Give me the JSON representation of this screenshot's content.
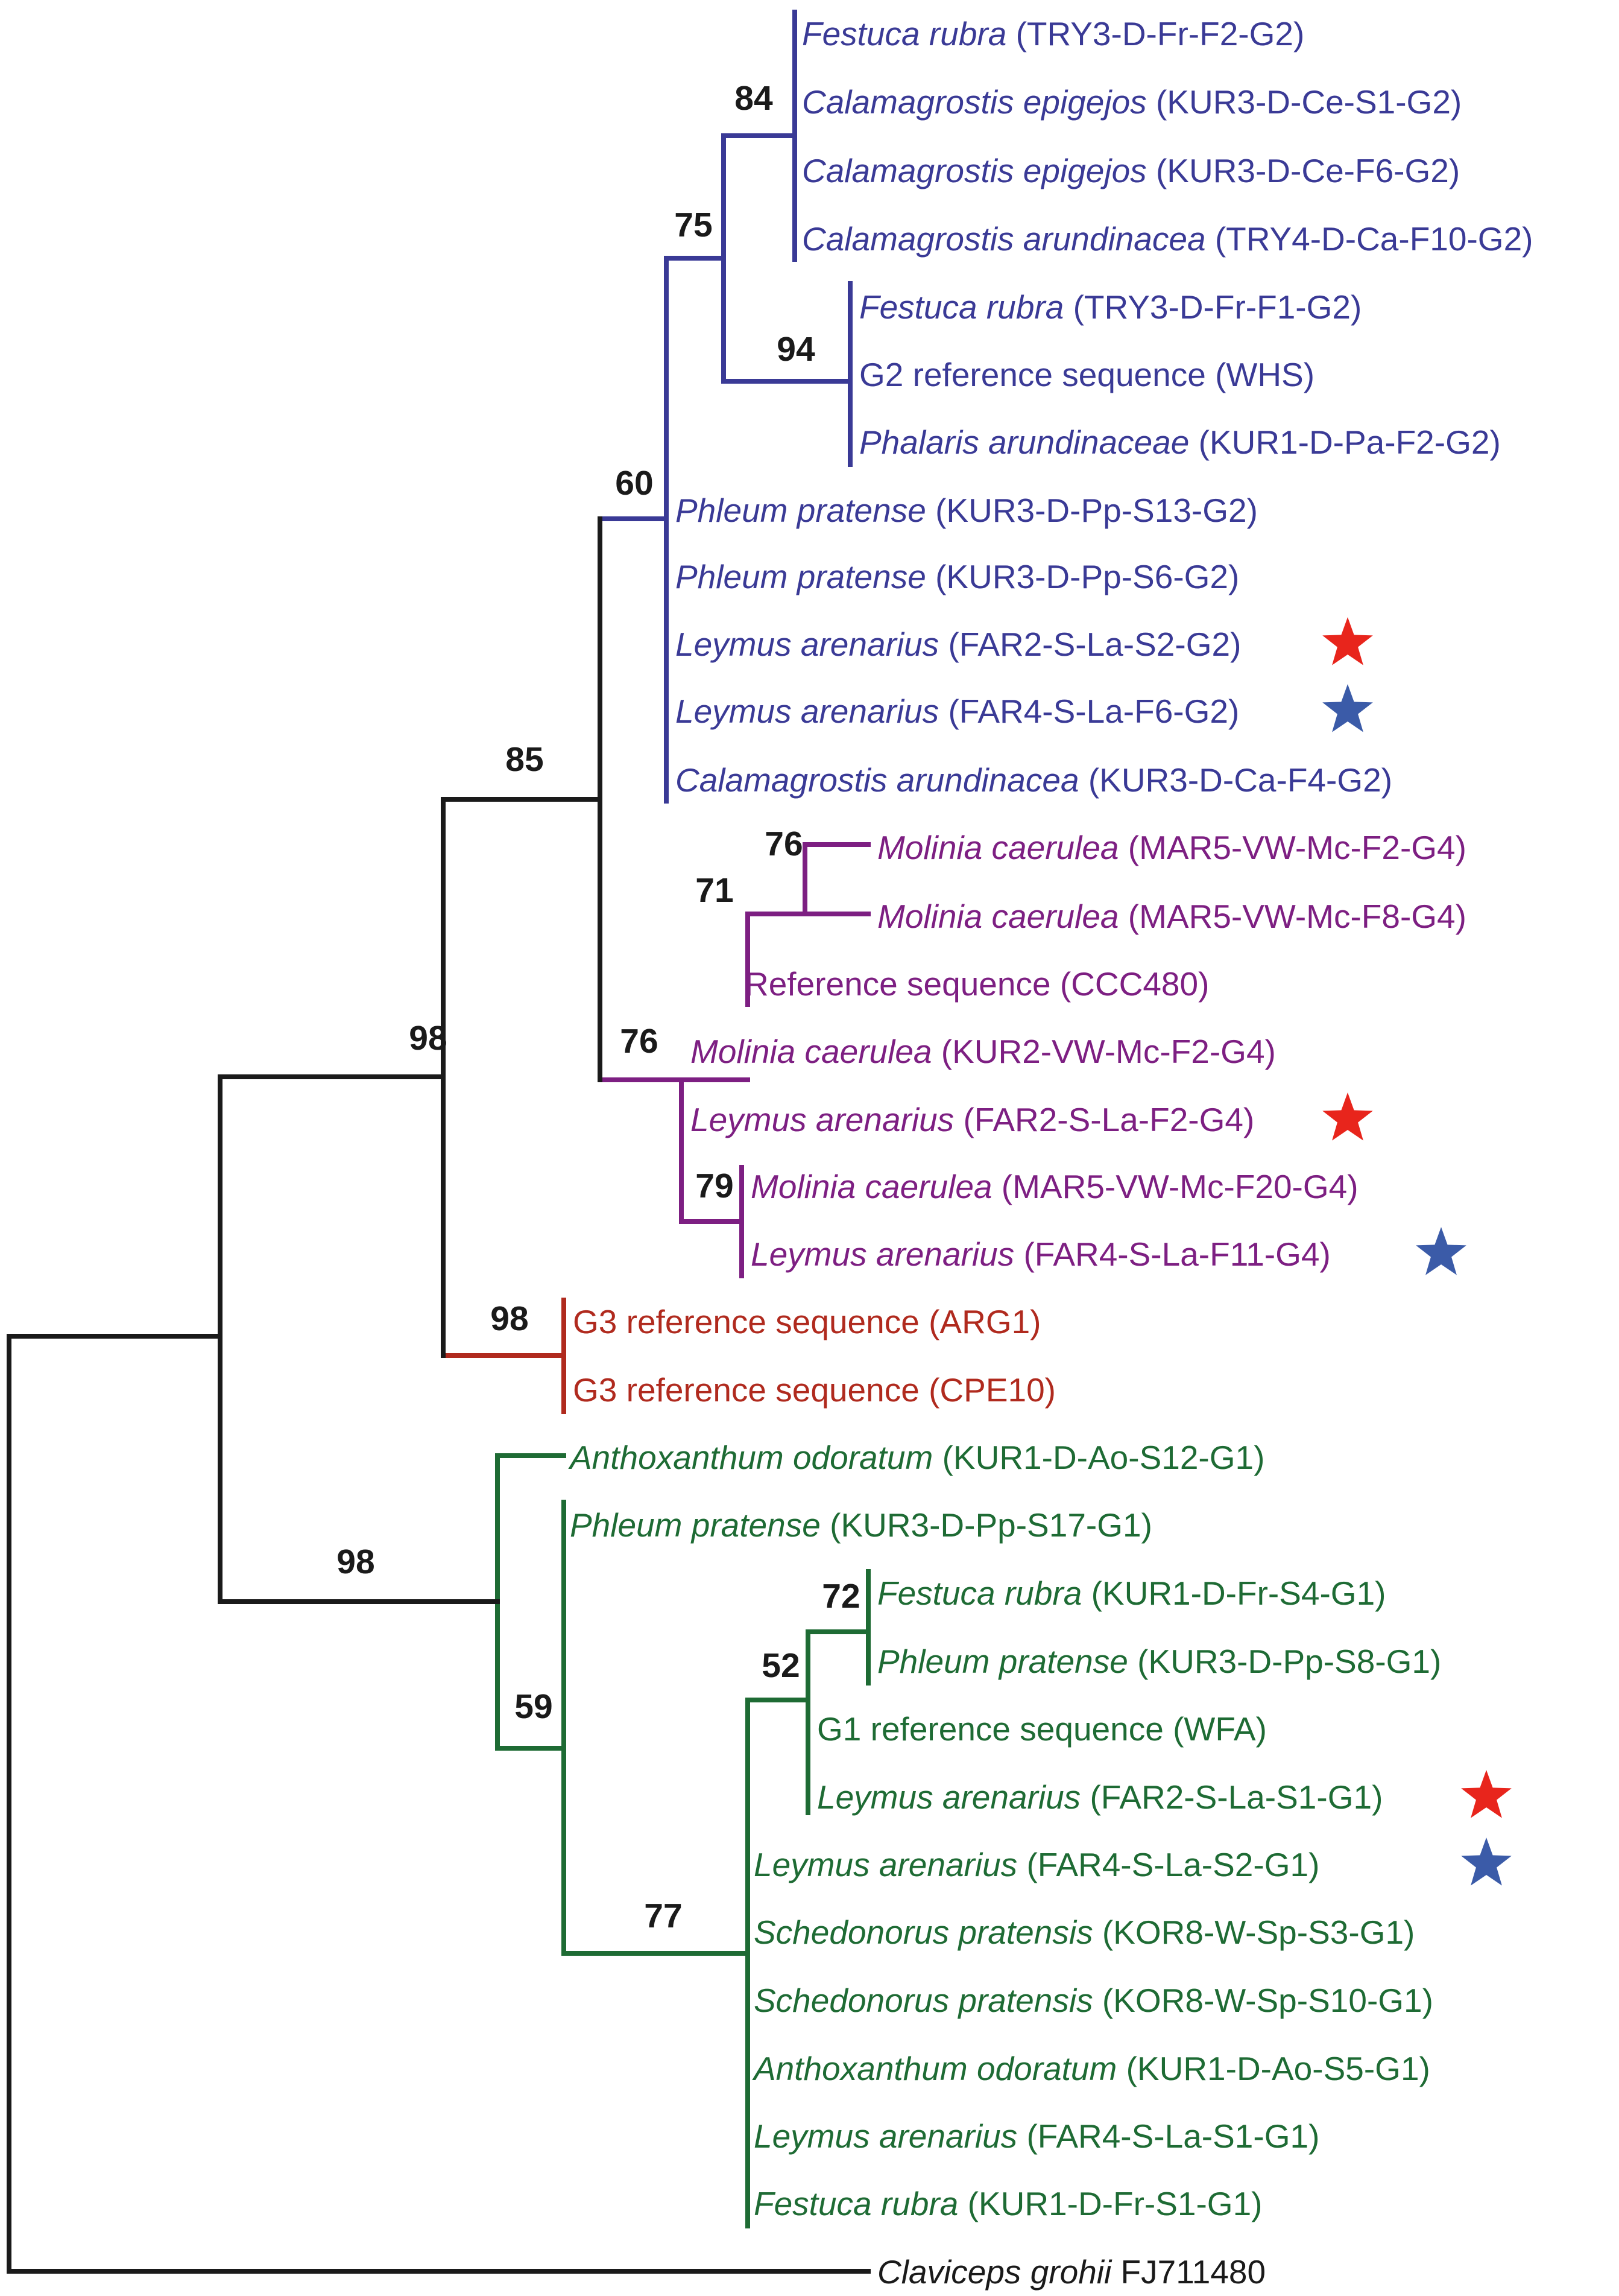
{
  "colors": {
    "G2": "#3a3a96",
    "G4": "#7d1f82",
    "G3": "#b02a1e",
    "G1": "#1e6b34",
    "backbone": "#1a1a1a",
    "star_red": "#e8251c",
    "star_blue": "#3b5ba8"
  },
  "leaves": [
    {
      "id": "L1",
      "group": "G2",
      "species": "Festuca rubra",
      "code": "(TRY3-D-Fr-F2-G2)"
    },
    {
      "id": "L2",
      "group": "G2",
      "species": "Calamagrostis epigejos",
      "code": "(KUR3-D-Ce-S1-G2)"
    },
    {
      "id": "L3",
      "group": "G2",
      "species": "Calamagrostis epigejos",
      "code": "(KUR3-D-Ce-F6-G2)"
    },
    {
      "id": "L4",
      "group": "G2",
      "species": "Calamagrostis arundinacea",
      "code": "(TRY4-D-Ca-F10-G2)"
    },
    {
      "id": "L5",
      "group": "G2",
      "species": "Festuca rubra",
      "code": "(TRY3-D-Fr-F1-G2)"
    },
    {
      "id": "L6",
      "group": "G2",
      "species": "",
      "code": "G2 reference sequence (WHS)"
    },
    {
      "id": "L7",
      "group": "G2",
      "species": "Phalaris arundinaceae",
      "code": "(KUR1-D-Pa-F2-G2)"
    },
    {
      "id": "L8",
      "group": "G2",
      "species": "Phleum pratense",
      "code": "(KUR3-D-Pp-S13-G2)"
    },
    {
      "id": "L9",
      "group": "G2",
      "species": "Phleum pratense",
      "code": "(KUR3-D-Pp-S6-G2)"
    },
    {
      "id": "L10",
      "group": "G2",
      "species": "Leymus arenarius",
      "code": "(FAR2-S-La-S2-G2)",
      "star": "red"
    },
    {
      "id": "L11",
      "group": "G2",
      "species": "Leymus arenarius",
      "code": "(FAR4-S-La-F6-G2)",
      "star": "blue"
    },
    {
      "id": "L12",
      "group": "G2",
      "species": "Calamagrostis arundinacea",
      "code": "(KUR3-D-Ca-F4-G2)"
    },
    {
      "id": "L13",
      "group": "G4",
      "species": "Molinia caerulea",
      "code": "(MAR5-VW-Mc-F2-G4)"
    },
    {
      "id": "L14",
      "group": "G4",
      "species": "Molinia caerulea",
      "code": "(MAR5-VW-Mc-F8-G4)"
    },
    {
      "id": "L15",
      "group": "G4",
      "species": "",
      "code": "Reference sequence (CCC480)"
    },
    {
      "id": "L16",
      "group": "G4",
      "species": "Molinia caerulea",
      "code": "(KUR2-VW-Mc-F2-G4)"
    },
    {
      "id": "L17",
      "group": "G4",
      "species": "Leymus arenarius",
      "code": "(FAR2-S-La-F2-G4)",
      "star": "red"
    },
    {
      "id": "L18",
      "group": "G4",
      "species": "Molinia caerulea",
      "code": "(MAR5-VW-Mc-F20-G4)"
    },
    {
      "id": "L19",
      "group": "G4",
      "species": "Leymus arenarius",
      "code": "(FAR4-S-La-F11-G4)",
      "star": "blue"
    },
    {
      "id": "L20",
      "group": "G3",
      "species": "",
      "code": "G3 reference sequence (ARG1)"
    },
    {
      "id": "L21",
      "group": "G3",
      "species": "",
      "code": "G3 reference sequence (CPE10)"
    },
    {
      "id": "L22",
      "group": "G1",
      "species": "Anthoxanthum odoratum",
      "code": "(KUR1-D-Ao-S12-G1)"
    },
    {
      "id": "L23",
      "group": "G1",
      "species": "Phleum pratense",
      "code": "(KUR3-D-Pp-S17-G1)"
    },
    {
      "id": "L24",
      "group": "G1",
      "species": "Festuca rubra",
      "code": "(KUR1-D-Fr-S4-G1)"
    },
    {
      "id": "L25",
      "group": "G1",
      "species": "Phleum pratense",
      "code": "(KUR3-D-Pp-S8-G1)"
    },
    {
      "id": "L26",
      "group": "G1",
      "species": "",
      "code": "G1 reference sequence (WFA)"
    },
    {
      "id": "L27",
      "group": "G1",
      "species": "Leymus arenarius",
      "code": "(FAR2-S-La-S1-G1)",
      "star": "red"
    },
    {
      "id": "L28",
      "group": "G1",
      "species": "Leymus arenarius",
      "code": "(FAR4-S-La-S2-G1)",
      "star": "blue"
    },
    {
      "id": "L29",
      "group": "G1",
      "species": "Schedonorus pratensis",
      "code": "(KOR8-W-Sp-S3-G1)"
    },
    {
      "id": "L30",
      "group": "G1",
      "species": "Schedonorus pratensis",
      "code": "(KOR8-W-Sp-S10-G1)"
    },
    {
      "id": "L31",
      "group": "G1",
      "species": "Anthoxanthum odoratum",
      "code": "(KUR1-D-Ao-S5-G1)"
    },
    {
      "id": "L32",
      "group": "G1",
      "species": "Leymus arenarius",
      "code": "(FAR4-S-La-S1-G1)"
    },
    {
      "id": "L33",
      "group": "G1",
      "species": "Festuca rubra",
      "code": "(KUR1-D-Fr-S1-G1)"
    },
    {
      "id": "L34",
      "group": "outgroup",
      "species": "Claviceps grohii",
      "code": "FJ711480"
    }
  ],
  "bootstrap": [
    {
      "id": "b84",
      "value": "84"
    },
    {
      "id": "b75",
      "value": "75"
    },
    {
      "id": "b94",
      "value": "94"
    },
    {
      "id": "b60",
      "value": "60"
    },
    {
      "id": "b85",
      "value": "85"
    },
    {
      "id": "b76a",
      "value": "76"
    },
    {
      "id": "b71",
      "value": "71"
    },
    {
      "id": "b76b",
      "value": "76"
    },
    {
      "id": "b79",
      "value": "79"
    },
    {
      "id": "b98a",
      "value": "98"
    },
    {
      "id": "b98b",
      "value": "98"
    },
    {
      "id": "b98c",
      "value": "98"
    },
    {
      "id": "b59",
      "value": "59"
    },
    {
      "id": "b77",
      "value": "77"
    },
    {
      "id": "b72",
      "value": "72"
    },
    {
      "id": "b52",
      "value": "52"
    }
  ]
}
